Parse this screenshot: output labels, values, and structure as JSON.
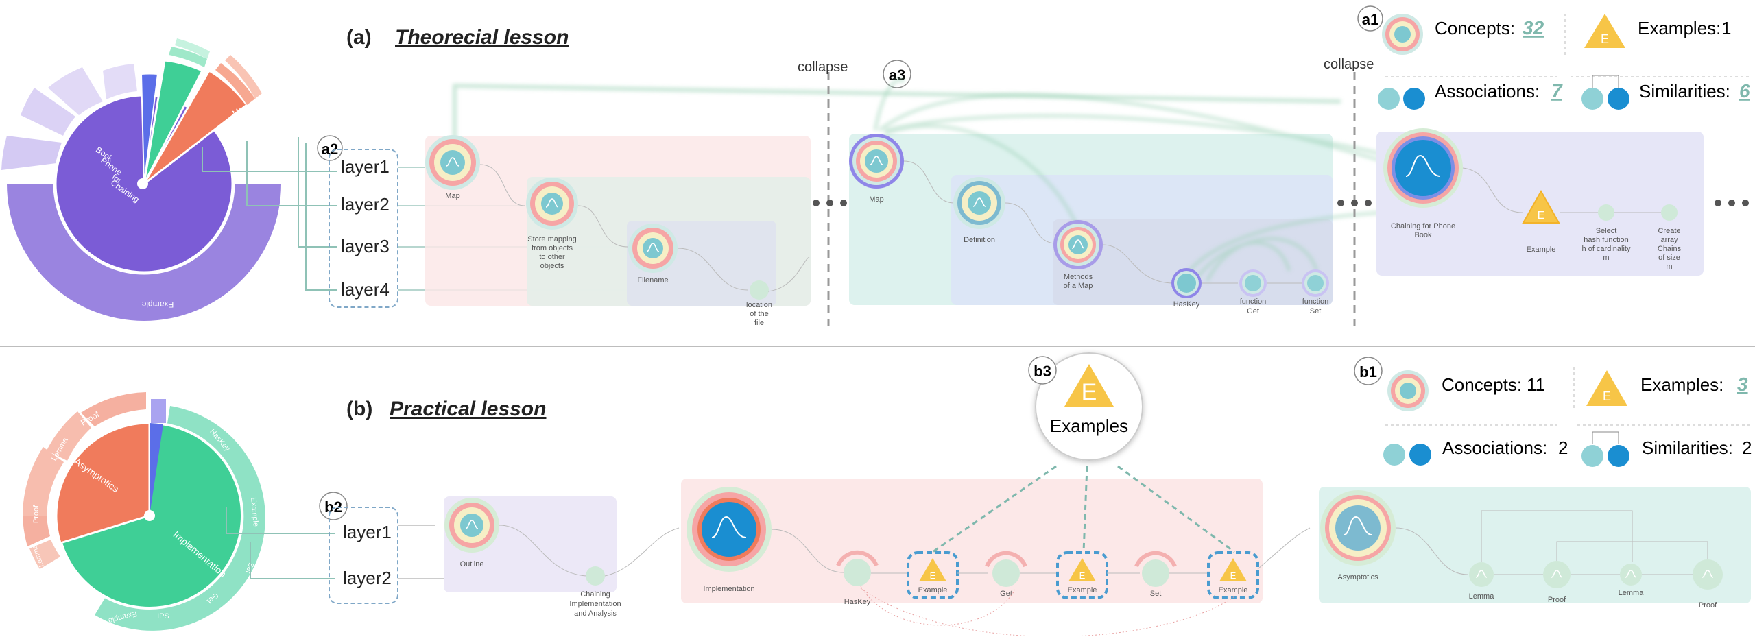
{
  "colors": {
    "purple": "#7b5cd6",
    "lavender": "#a896e8",
    "green": "#3fcf96",
    "coral": "#f07b5c",
    "blue": "#1a8ed1",
    "teal_line": "#7fb8ad",
    "pink_panel": "#fbe3e3",
    "mint_panel": "#ddf2ee",
    "lavender_panel": "#e6e6f7",
    "yellow": "#f7c547"
  },
  "panel_a": {
    "title_prefix": "(a)",
    "title": "Theorecial lesson",
    "badge_a1": "a1",
    "badge_a2": "a2",
    "badge_a3": "a3",
    "collapse1": "collapse",
    "collapse2": "collapse",
    "sunburst_center": [
      "Book",
      "Phone",
      "for",
      "Chaining"
    ],
    "sunburst_map": "Map",
    "sunburst_example": "Example",
    "layers": [
      "layer1",
      "layer2",
      "layer3",
      "layer4"
    ],
    "nodes": {
      "map1": "Map",
      "store": [
        "Store mapping",
        "from objects",
        "to other",
        "objects"
      ],
      "filename": "Filename",
      "location": [
        "location",
        "of the",
        "file"
      ],
      "map2": "Map",
      "definition": "Definition",
      "methods": [
        "Methods",
        "of a Map"
      ],
      "haskey": "HasKey",
      "fget": [
        "function",
        "Get"
      ],
      "fset": [
        "function",
        "Set"
      ],
      "chaining": [
        "Chaining for Phone",
        "Book"
      ],
      "example": "Example",
      "select": [
        "Select",
        "hash function",
        "h of cardinality",
        "m"
      ],
      "create": [
        "Create",
        "array",
        "Chains",
        "of size",
        "m"
      ]
    },
    "stats": {
      "concepts_label": "Concepts:",
      "concepts_value": "32",
      "examples_label": "Examples:",
      "examples_value": "1",
      "associations_label": "Associations:",
      "associations_value": "7",
      "similarities_label": "Similarities:",
      "similarities_value": "6",
      "example_glyph": "E"
    }
  },
  "panel_b": {
    "title_prefix": "(b)",
    "title": "Practical lesson",
    "badge_b1": "b1",
    "badge_b2": "b2",
    "badge_b3": "b3",
    "sunburst_asymptotics": "Asymptotics",
    "sunburst_implementation": "Implementation",
    "outer_labels": [
      "Proof",
      "Lemma",
      "Proof",
      "Lemma",
      "HasKey",
      "Example",
      "Set",
      "IPS",
      "Example",
      "Get"
    ],
    "layers": [
      "layer1",
      "layer2"
    ],
    "examples_callout": "Examples",
    "examples_glyph": "E",
    "nodes": {
      "outline": "Outline",
      "chaining": [
        "Chaining",
        "Implementation",
        "and Analysis"
      ],
      "implementation": "Implementation",
      "haskey": "HasKey",
      "example1": "Example",
      "get": "Get",
      "example2": "Example",
      "set": "Set",
      "example3": "Example",
      "asymptotics": "Asymptotics",
      "lemma1": "Lemma",
      "proof1": "Proof",
      "lemma2": "Lemma",
      "proof2": "Proof"
    },
    "stats": {
      "concepts_label": "Concepts:",
      "concepts_value": "11",
      "examples_label": "Examples:",
      "examples_value": "3",
      "associations_label": "Associations:",
      "associations_value": "2",
      "similarities_label": "Similarities:",
      "similarities_value": "2",
      "example_glyph": "E"
    }
  }
}
